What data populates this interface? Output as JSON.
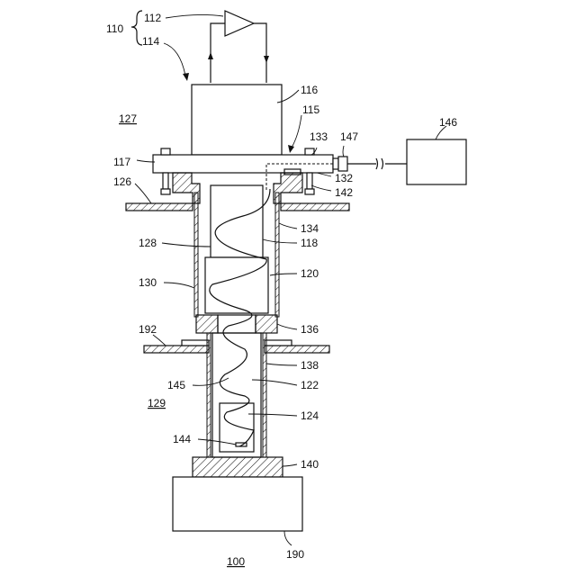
{
  "labels": {
    "l110": "110",
    "l112": "112",
    "l114": "114",
    "l116": "116",
    "l115": "115",
    "l127": "127",
    "l133": "133",
    "l147": "147",
    "l146": "146",
    "l117": "117",
    "l132": "132",
    "l142": "142",
    "l126": "126",
    "l134": "134",
    "l118": "118",
    "l128": "128",
    "l120": "120",
    "l130": "130",
    "l136": "136",
    "l192": "192",
    "l138": "138",
    "l145": "145",
    "l122": "122",
    "l129": "129",
    "l124": "124",
    "l144": "144",
    "l140": "140",
    "l190": "190",
    "l100": "100"
  }
}
